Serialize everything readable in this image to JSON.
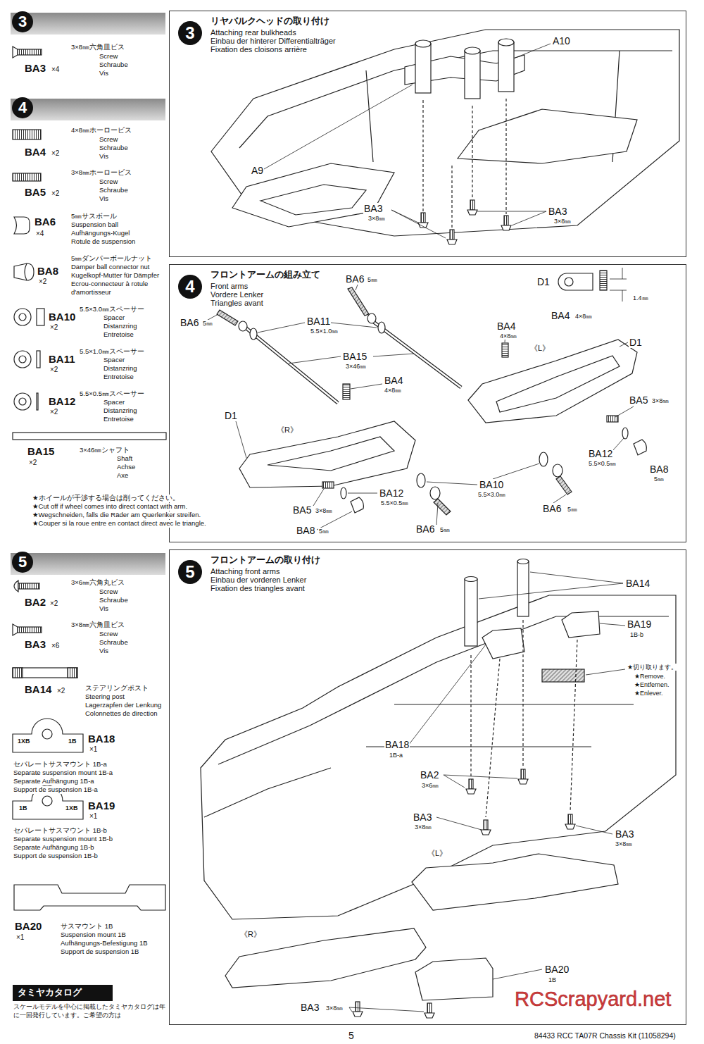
{
  "diagram": {
    "nodes": [
      {
        "text": [
          "3"
        ]
      },
      {
        "text": [
          "3",
          "リヤバルクヘッドの取り付け",
          "Attaching rear bulkheads",
          "Einbau der hinterer Differentialträger",
          "Fixation des cloisons arrière"
        ]
      },
      {
        "text": [
          "4"
        ]
      },
      {
        "text": [
          "4",
          "フロントアームの組み立て",
          "Front arms",
          "Vordere Lenker",
          "Triangles avant"
        ]
      },
      {
        "text": [
          "5"
        ]
      },
      {
        "text": [
          "5",
          "フロントアームの取り付け",
          "Attaching front arms",
          "Einbau der vorderen Lenker",
          "Fixation des triangles avant"
        ]
      },
      {
        "text": [
          "タミヤカタログ"
        ]
      }
    ],
    "labels": [
      "3×8㎜六角皿ビス",
      "Screw",
      "Schraube",
      "Vis",
      "BA3",
      "×4",
      "4×8㎜ホーロービス",
      "Screw",
      "Schraube",
      "Vis",
      "BA4",
      "×2",
      "3×8㎜ホーロービス",
      "Screw",
      "Schraube",
      "Vis",
      "BA5",
      "×2",
      "5㎜サスボール",
      "Suspension ball",
      "Aufhängungs-Kugel",
      "Rotule de suspension",
      "BA6",
      "×4",
      "5㎜ダンパーボールナット",
      "Damper ball connector nut",
      "Kugelkopf-Mutter für Dämpfer",
      "Ecrou-connecteur à rotule",
      "d'amortisseur",
      "BA8",
      "×2",
      "5.5×3.0㎜スペーサー",
      "Spacer",
      "Distanzring",
      "Entretoise",
      "BA10",
      "×2",
      "5.5×1.0㎜スペーサー",
      "Spacer",
      "Distanzring",
      "Entretoise",
      "BA11",
      "×2",
      "5.5×0.5㎜スペーサー",
      "Spacer",
      "Distanzring",
      "Entretoise",
      "BA12",
      "×2",
      "3×46㎜シャフト",
      "Shaft",
      "Achse",
      "Axe",
      "BA15",
      "×2",
      "★ホイールが干渉する場合は削ってください。",
      "★Cut off if wheel comes into direct contact with arm.",
      "★Wegschneiden, falls die Räder am Querlenker streifen.",
      "★Couper si la roue entre en contact direct avec le triangle.",
      "3×6㎜六角丸ビス",
      "Screw",
      "Schraube",
      "Vis",
      "BA2",
      "×2",
      "3×8㎜六角皿ビス",
      "Screw",
      "Schraube",
      "Vis",
      "BA3",
      "×6",
      "ステアリングポスト",
      "Steering post",
      "Lagerzapfen der Lenkung",
      "Colonnettes de direction",
      "BA14",
      "×2",
      "1XB",
      "1B",
      "BA18",
      "×1",
      "セパレートサスマウント 1B-a",
      "Separate suspension mount 1B-a",
      "Separate Aufhängung 1B-a",
      "Support de suspension 1B-a",
      "1B",
      "1XB",
      "BA19",
      "×1",
      "セパレートサスマウント 1B-b",
      "Separate suspension mount 1B-b",
      "Separate Aufhängung 1B-b",
      "Support de suspension 1B-b",
      "BA20",
      "×1",
      "サスマウント 1B",
      "Suspension mount 1B",
      "Aufhängungs-Befestigung 1B",
      "Support de suspension 1B",
      "スケールモデルを中心に掲載したタミヤカタログは年に一回発行しています。ご希望の方は",
      "A10",
      "A9",
      "BA3",
      "3×8㎜",
      "BA3",
      "3×8㎜",
      "BA6",
      "5㎜",
      "D1",
      "BA4",
      "4×8㎜",
      "1.4㎜",
      "BA6",
      "5㎜",
      "BA11",
      "5.5×1.0㎜",
      "BA4",
      "4×8㎜",
      "《L》",
      "D1",
      "BA15",
      "3×46㎜",
      "BA4",
      "4×8㎜",
      "BA5",
      "3×8㎜",
      "D1",
      "《R》",
      "BA10",
      "5.5×3.0㎜",
      "BA12",
      "5.5×0.5㎜",
      "BA8",
      "5㎜",
      "BA12",
      "5.5×0.5㎜",
      "BA5",
      "3×8㎜",
      "BA6",
      "5㎜",
      "BA8",
      "5㎜",
      "BA6",
      "5㎜",
      "BA14",
      "BA19",
      "1B-b",
      "★切り取ります。",
      "★Remove.",
      "★Entfernen.",
      "★Enlever.",
      "BA18",
      "1B-a",
      "BA2",
      "3×6㎜",
      "BA3",
      "3×8㎜",
      "BA3",
      "3×8㎜",
      "《L》",
      "《R》",
      "BA20",
      "1B",
      "BA3",
      "3×8㎜",
      "RCScrapyard.net",
      "5",
      "84433 RCC TA07R Chassis Kit (11058294)"
    ]
  }
}
